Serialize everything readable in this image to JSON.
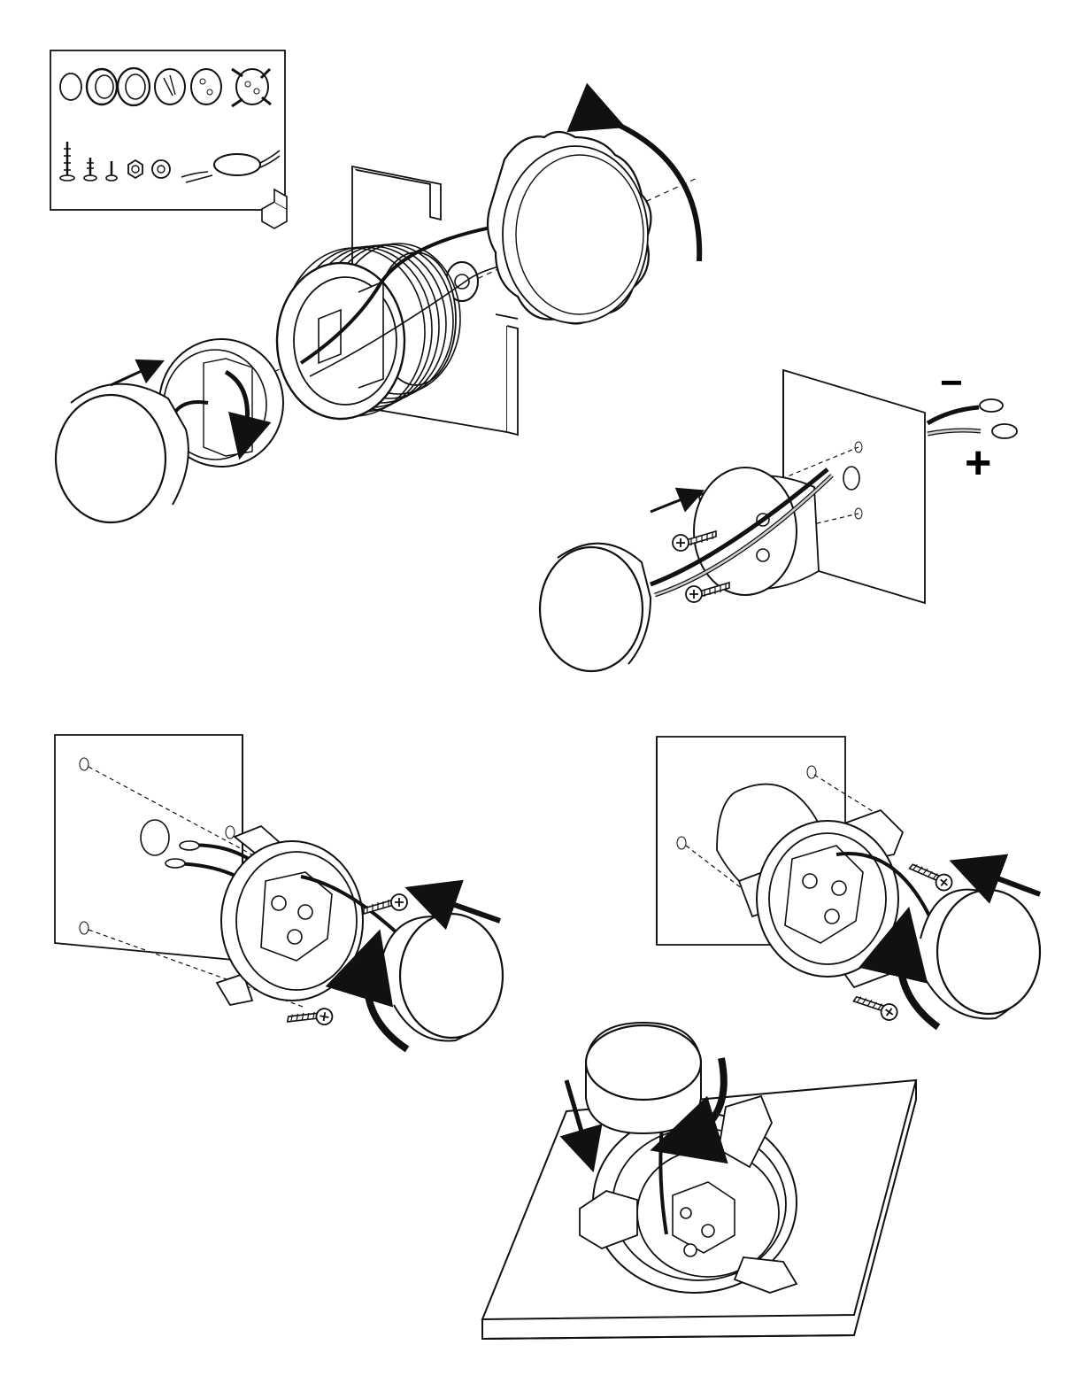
{
  "polarity": {
    "negative_symbol": "−",
    "positive_symbol": "+"
  },
  "colors": {
    "line": "#1a1a1a",
    "fill": "#ffffff",
    "shade": "#d9d9d9",
    "wire_black": "#111111",
    "wire_grey": "#bdbdbd"
  },
  "panels": [
    {
      "name": "parts-inventory",
      "icon": "parts-kit-icon"
    },
    {
      "name": "threaded-mount-assembly",
      "icon": "threaded-mount-icon"
    },
    {
      "name": "surface-screw-mount",
      "icon": "surface-mount-icon"
    },
    {
      "name": "bracket-mount-left",
      "icon": "bracket-mount-icon"
    },
    {
      "name": "bracket-mount-right",
      "icon": "bracket-mount-icon"
    },
    {
      "name": "recessed-twist-mount",
      "icon": "recessed-mount-icon"
    }
  ]
}
